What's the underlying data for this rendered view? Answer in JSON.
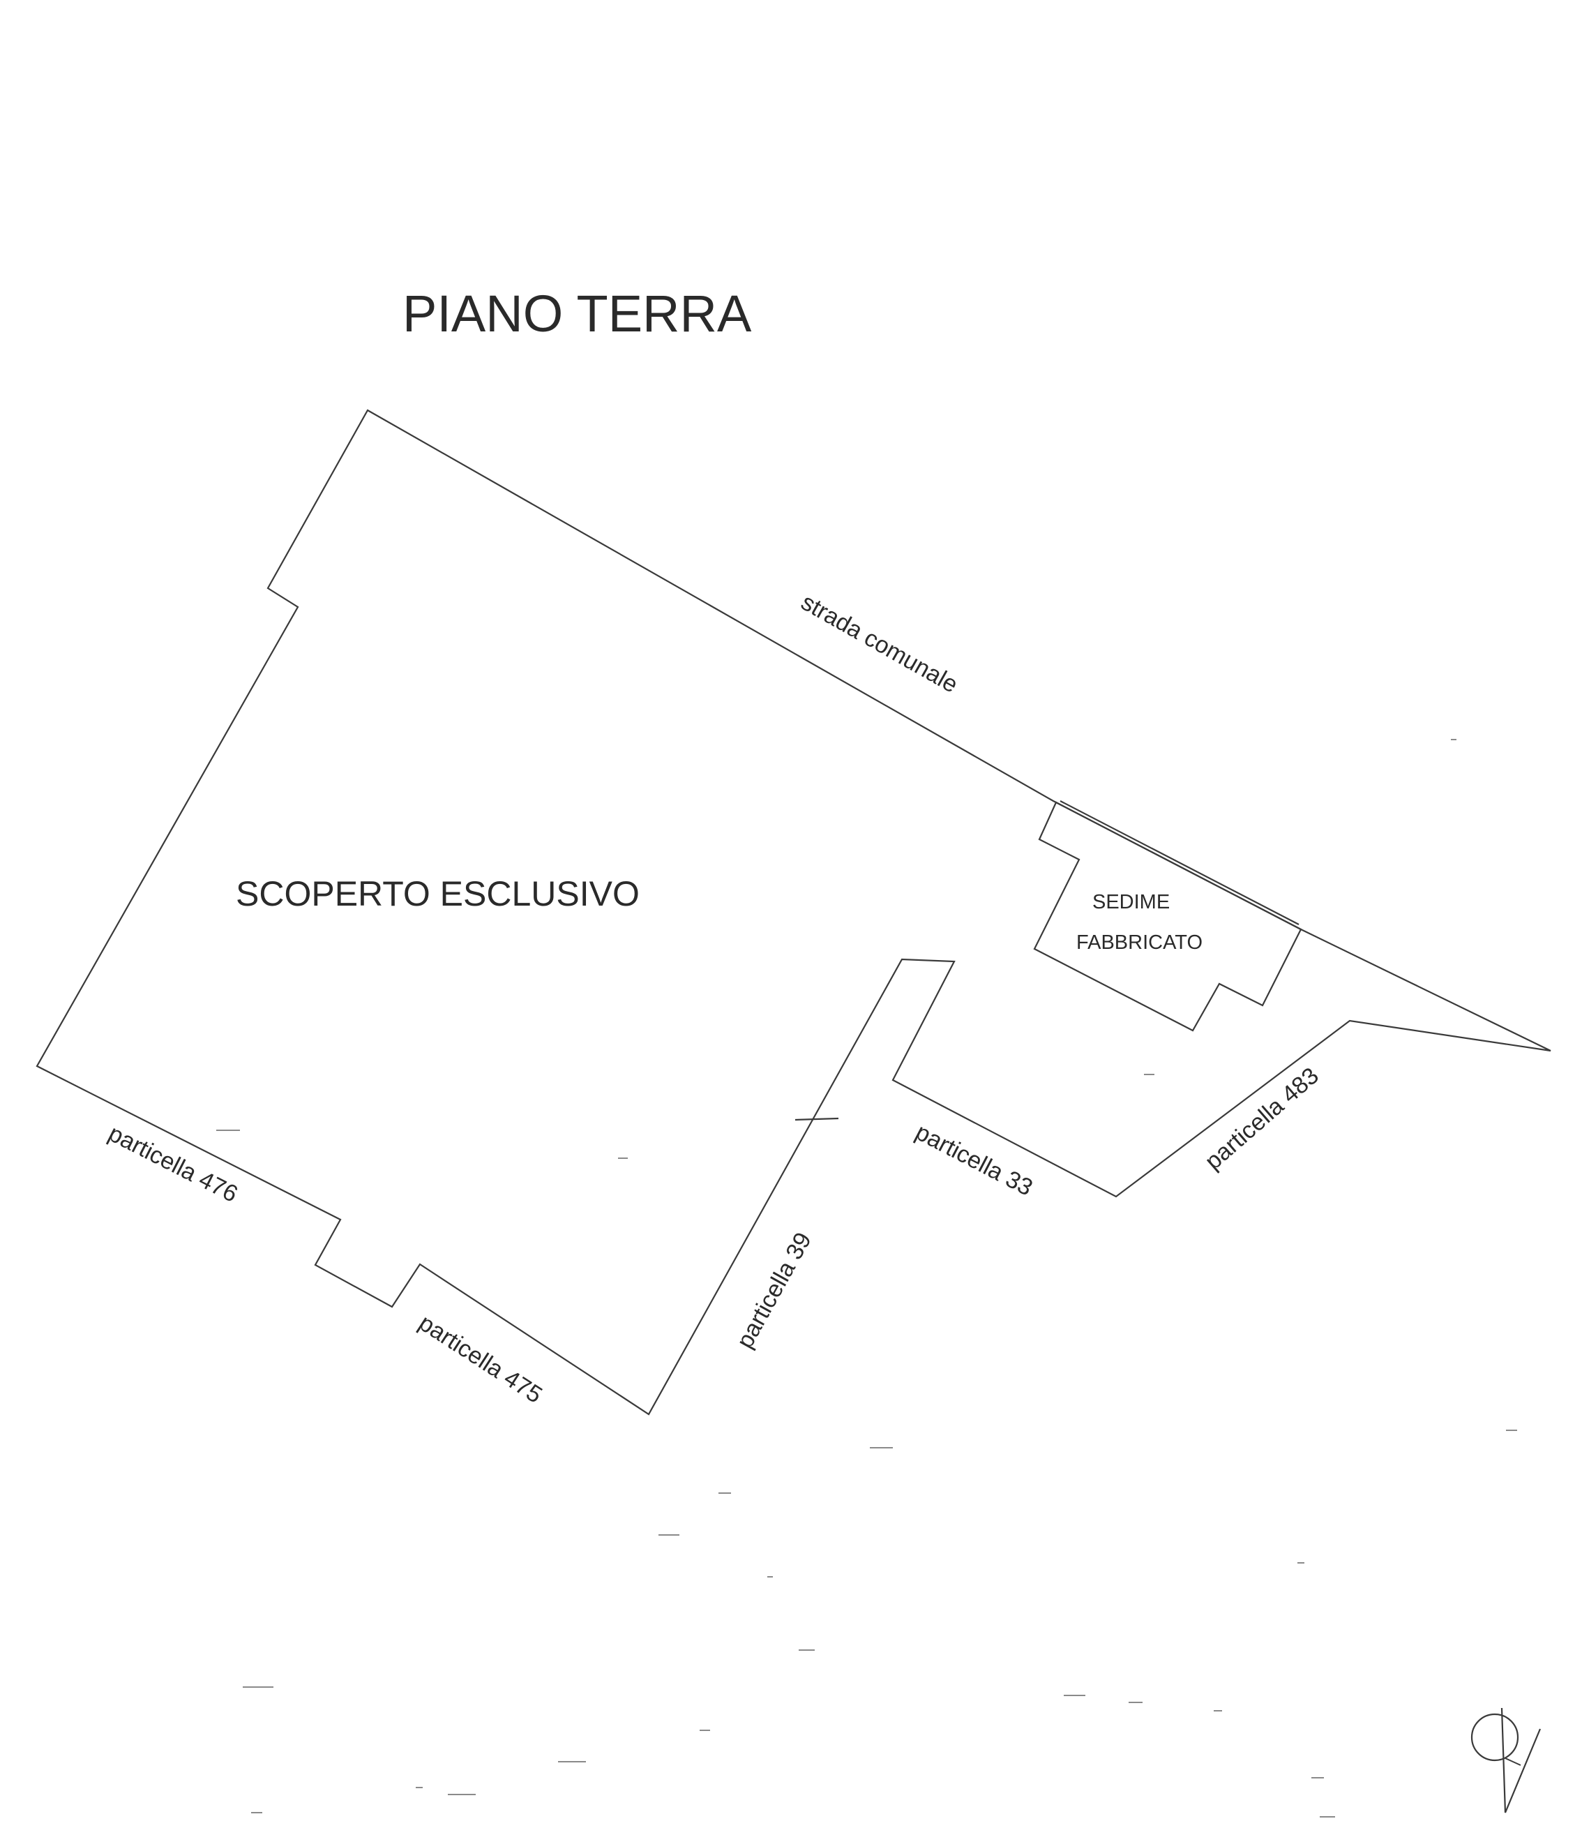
{
  "title": "PIANO TERRA",
  "areas": {
    "exclusive_yard": "SCOPERTO ESCLUSIVO",
    "building_footprint_line1": "SEDIME",
    "building_footprint_line2": "FABBRICATO"
  },
  "boundaries": {
    "road": "strada comunale",
    "parcel_476": "particella 476",
    "parcel_475": "particella 475",
    "parcel_39": "particella 39",
    "parcel_33": "particella 33",
    "parcel_483": "particella 483"
  },
  "colors": {
    "ink": "#3a3a3a",
    "paper": "#ffffff"
  },
  "icons": [
    "north-arrow-icon"
  ]
}
